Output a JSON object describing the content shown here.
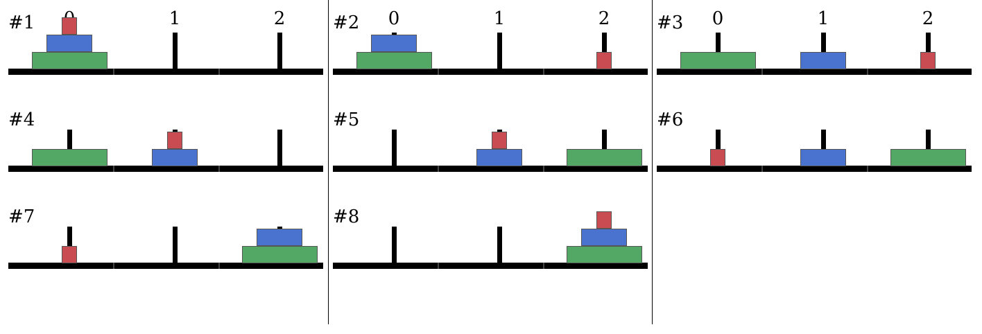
{
  "colors": {
    "small": "#c94c52",
    "medium": "#4a72cf",
    "large": "#54a866"
  },
  "peg_labels": [
    "0",
    "1",
    "2"
  ],
  "panels": [
    {
      "label": "#1",
      "show_peg_labels": true,
      "pegs": [
        [
          "large",
          "medium",
          "small"
        ],
        [],
        []
      ]
    },
    {
      "label": "#2",
      "show_peg_labels": true,
      "pegs": [
        [
          "large",
          "medium"
        ],
        [],
        [
          "small"
        ]
      ]
    },
    {
      "label": "#3",
      "show_peg_labels": true,
      "pegs": [
        [
          "large"
        ],
        [
          "medium"
        ],
        [
          "small"
        ]
      ]
    },
    {
      "label": "#4",
      "show_peg_labels": false,
      "pegs": [
        [
          "large"
        ],
        [
          "medium",
          "small"
        ],
        []
      ]
    },
    {
      "label": "#5",
      "show_peg_labels": false,
      "pegs": [
        [],
        [
          "medium",
          "small"
        ],
        [
          "large"
        ]
      ]
    },
    {
      "label": "#6",
      "show_peg_labels": false,
      "pegs": [
        [
          "small"
        ],
        [
          "medium"
        ],
        [
          "large"
        ]
      ]
    },
    {
      "label": "#7",
      "show_peg_labels": false,
      "pegs": [
        [
          "small"
        ],
        [],
        [
          "large",
          "medium"
        ]
      ]
    },
    {
      "label": "#8",
      "show_peg_labels": false,
      "pegs": [
        [],
        [],
        [
          "large",
          "medium",
          "small"
        ]
      ]
    }
  ]
}
